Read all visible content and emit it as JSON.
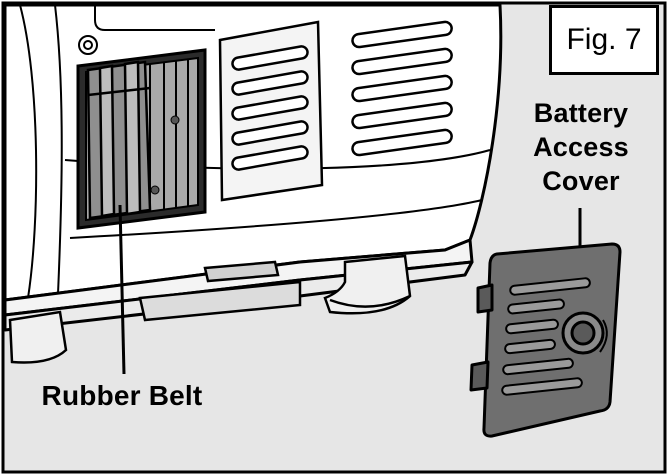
{
  "figure": {
    "label": "Fig. 7"
  },
  "callouts": {
    "battery_cover": [
      "Battery",
      "Access",
      "Cover"
    ],
    "rubber_belt": "Rubber Belt"
  },
  "colors": {
    "background": "#e6e6e6",
    "outline": "#000000",
    "body_fill": "#ffffff",
    "recess_fill": "#a9a9a9",
    "cover_fill": "#6f6f6f"
  }
}
